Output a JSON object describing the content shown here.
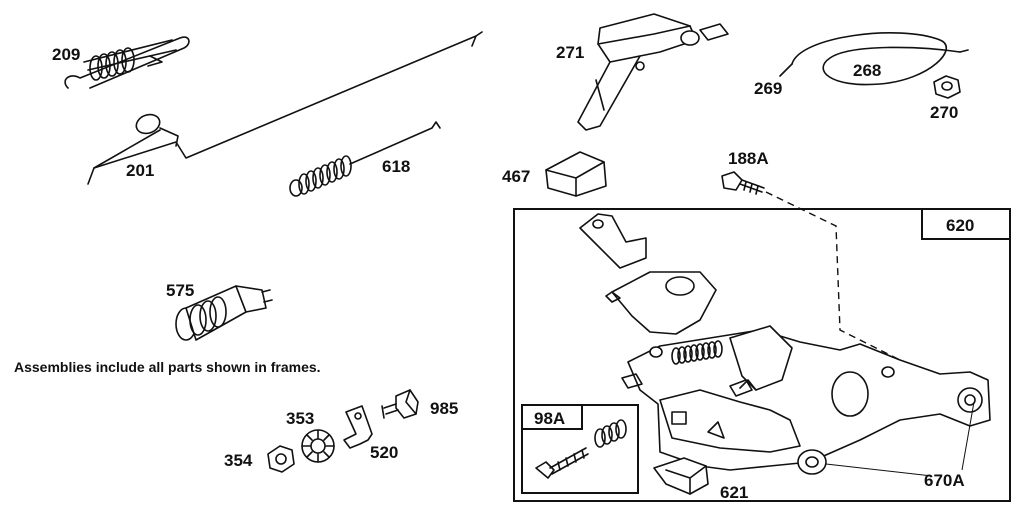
{
  "note": "Assemblies include all parts shown in frames.",
  "parts": {
    "p209": "209",
    "p201": "201",
    "p618": "618",
    "p271": "271",
    "p268": "268",
    "p269": "269",
    "p270": "270",
    "p467": "467",
    "p188A": "188A",
    "p575": "575",
    "p353": "353",
    "p354": "354",
    "p520": "520",
    "p985": "985",
    "p620": "620",
    "p98A": "98A",
    "p621": "621",
    "p670A": "670A"
  }
}
